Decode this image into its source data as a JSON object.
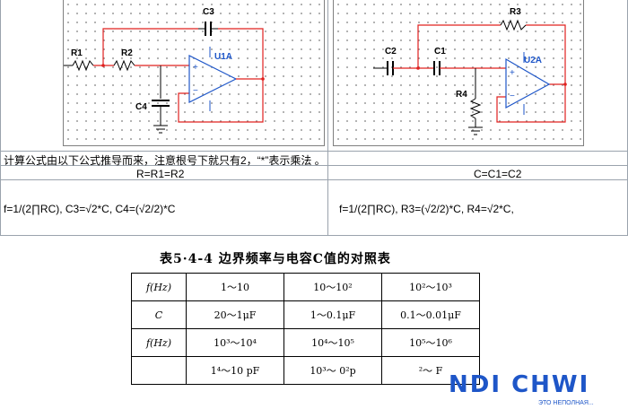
{
  "circuit_left": {
    "labels": {
      "c3": "C3",
      "r1": "R1",
      "r2": "R2",
      "c4": "C4",
      "u1a": "U1A"
    }
  },
  "circuit_right": {
    "labels": {
      "r3": "R3",
      "c2": "C2",
      "c1": "C1",
      "r4": "R4",
      "u2a": "U2A"
    }
  },
  "sheet": {
    "note": "计算公式由以下公式推导而来，注意根号下就只有2，“*”表示乘法 。",
    "left_header": "R=R1=R2",
    "right_header": "C=C1=C2",
    "left_formula": "f=1/(2∏RC),     C3=√2*C,     C4=(√2/2)*C",
    "right_formula": "f=1/(2∏RC),     R3=(√2/2)*C,     R4=√2*C,"
  },
  "table": {
    "title": "表5·4-4   边界频率与电容C值的对照表",
    "rows": [
      [
        "f(Hz)",
        "1～10",
        "10～10²",
        "10²～10³"
      ],
      [
        "C",
        "20～1μF",
        "1～0.1μF",
        "0.1～0.01μF"
      ],
      [
        "f(Hz)",
        "10³～10⁴",
        "10⁴～10⁵",
        "10⁵～10⁶"
      ],
      [
        "",
        "1⁴～10 pF",
        "10³～ 0²p",
        "²～ F"
      ]
    ]
  },
  "watermark": {
    "text": "NDI CHWI",
    "sub": "ЭТО НЕПОЛНАЯ..."
  },
  "colors": {
    "wire_red": "#e0201e",
    "wire_black": "#000000",
    "label_blue": "#1e56c8",
    "grid": "#9aa3ad"
  }
}
